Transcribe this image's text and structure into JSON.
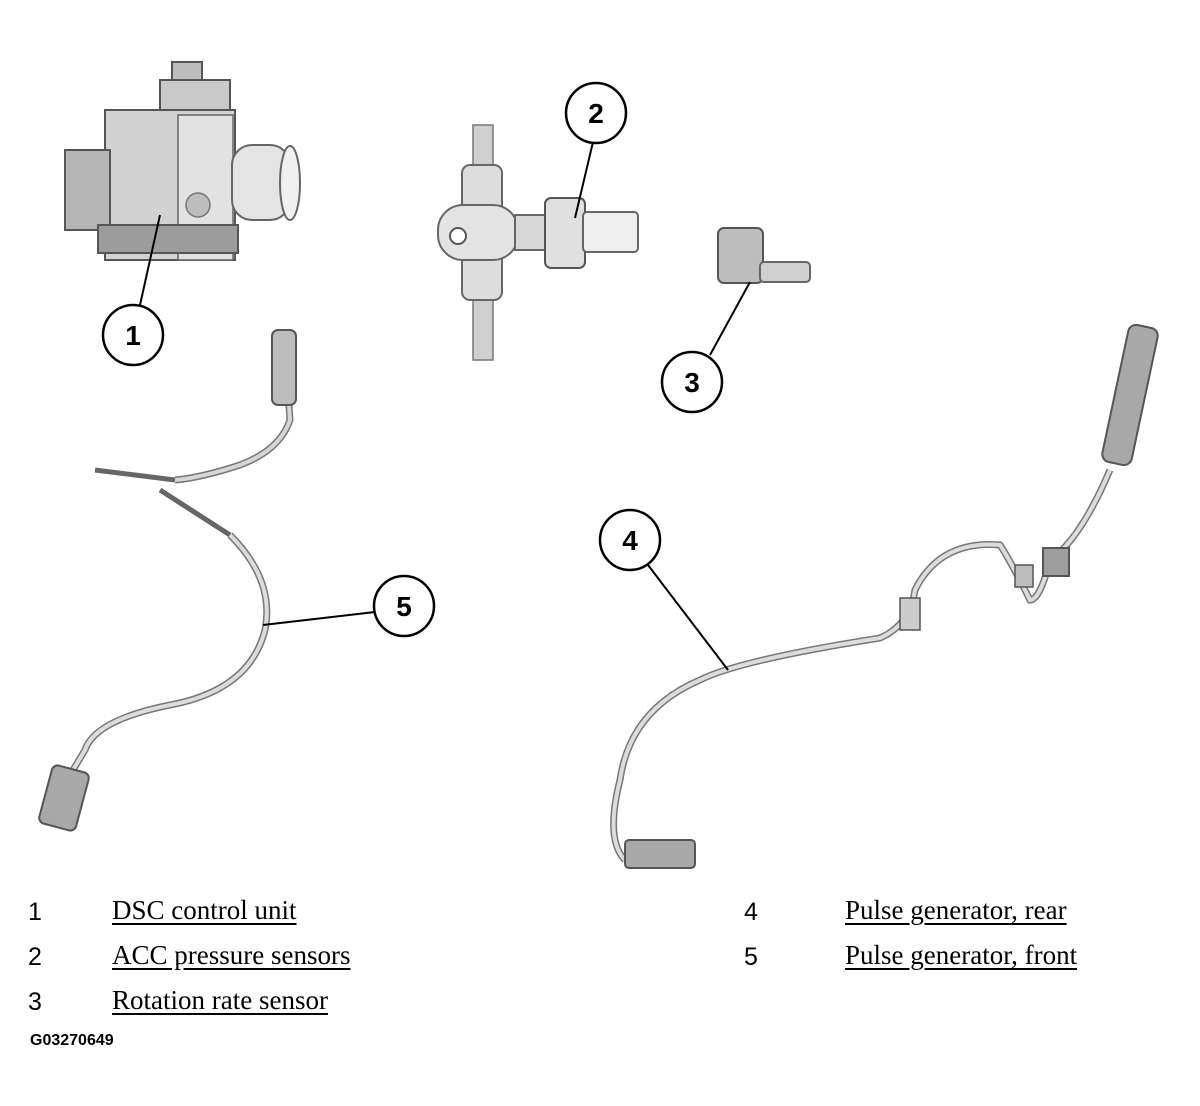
{
  "figure_code": "G03270649",
  "callouts": [
    {
      "number": "1",
      "part": "DSC control unit"
    },
    {
      "number": "2",
      "part": "ACC pressure sensors"
    },
    {
      "number": "3",
      "part": "Rotation rate sensor"
    },
    {
      "number": "4",
      "part": "Pulse generator, rear"
    },
    {
      "number": "5",
      "part": "Pulse generator, front"
    }
  ],
  "colors": {
    "line": "#000000",
    "part_fill": "#d4d4d4",
    "part_shade": "#9a9a9a",
    "cable": "#c8c8c8"
  }
}
